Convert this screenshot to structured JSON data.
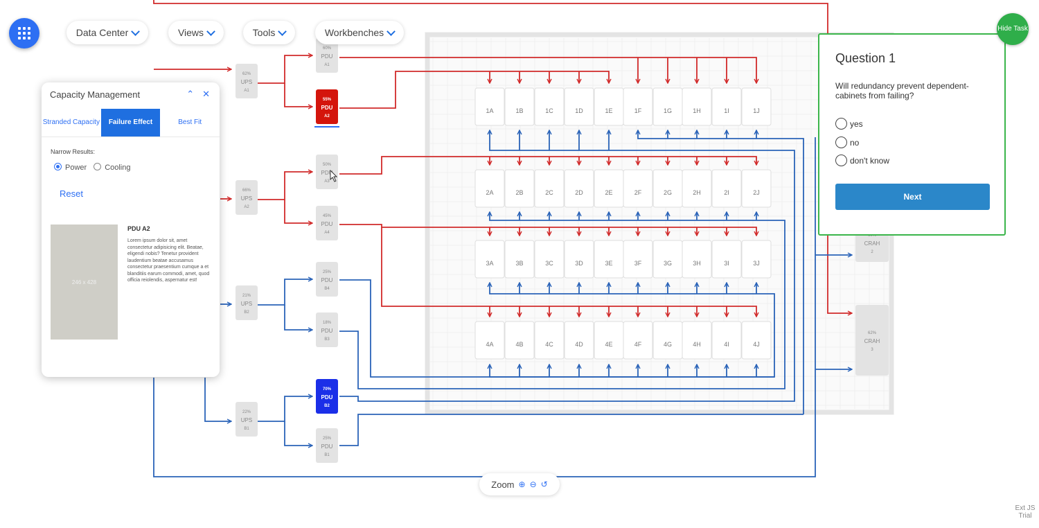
{
  "nav": {
    "menus": [
      {
        "label": "Data Center"
      },
      {
        "label": "Views"
      },
      {
        "label": "Tools"
      },
      {
        "label": "Workbenches"
      }
    ]
  },
  "panel": {
    "title": "Capacity Management",
    "tabs": [
      "Stranded Capacity",
      "Failure Effect",
      "Best Fit"
    ],
    "active_tab": "Failure Effect",
    "narrow_label": "Narrow Results:",
    "radio_power": "Power",
    "radio_cooling": "Cooling",
    "selected_radio": "Power",
    "reset_label": "Reset",
    "placeholder_label": "246 x 428",
    "detail_title": "PDU A2",
    "detail_text": "Lorem ipsum dolor sit, amet consectetur adipisicing elit. Beatae, eligendi nobis? Tenetur provident laudentium beatae accusamus consectetur praesentium cumque a et blanditiis earum commodi, amet, quod officia reiolendis, aspernatur est!"
  },
  "question": {
    "title": "Question 1",
    "text": "Will redundancy prevent dependent-cabinets from failing?",
    "options": [
      "yes",
      "no",
      "don't know"
    ],
    "next_label": "Next",
    "hide_label": "Hide Task"
  },
  "zoom": {
    "label": "Zoom"
  },
  "watermark": "Ext JS Trial",
  "diagram": {
    "ups": [
      {
        "pct": "62%",
        "name": "UPS",
        "id": "A1"
      },
      {
        "pct": "66%",
        "name": "UPS",
        "id": "A2"
      },
      {
        "pct": "21%",
        "name": "UPS",
        "id": "B2"
      },
      {
        "pct": "22%",
        "name": "UPS",
        "id": "B1"
      }
    ],
    "pdu": [
      {
        "pct": "60%",
        "name": "PDU",
        "id": "A1",
        "state": "normal"
      },
      {
        "pct": "55%",
        "name": "PDU",
        "id": "A2",
        "state": "failed"
      },
      {
        "pct": "50%",
        "name": "PDU",
        "id": "A3",
        "state": "normal"
      },
      {
        "pct": "45%",
        "name": "PDU",
        "id": "A4",
        "state": "normal"
      },
      {
        "pct": "25%",
        "name": "PDU",
        "id": "B4",
        "state": "normal"
      },
      {
        "pct": "18%",
        "name": "PDU",
        "id": "B3",
        "state": "normal"
      },
      {
        "pct": "70%",
        "name": "PDU",
        "id": "B2",
        "state": "selected"
      },
      {
        "pct": "25%",
        "name": "PDU",
        "id": "B1",
        "state": "normal"
      }
    ],
    "crah": [
      {
        "pct": "60%",
        "name": "CRAH",
        "id": "2"
      },
      {
        "pct": "62%",
        "name": "CRAH",
        "id": "3"
      }
    ],
    "rack_rows": [
      "1",
      "2",
      "3",
      "4"
    ],
    "rack_cols": [
      "A",
      "B",
      "C",
      "D",
      "E",
      "F",
      "G",
      "H",
      "I",
      "J"
    ],
    "colors": {
      "power_a": "#d12a2a",
      "power_b": "#2a63b8",
      "failed": "#d4150c",
      "selected": "#1b2fe8",
      "box": "#e3e3e3",
      "text": "#888888"
    }
  }
}
